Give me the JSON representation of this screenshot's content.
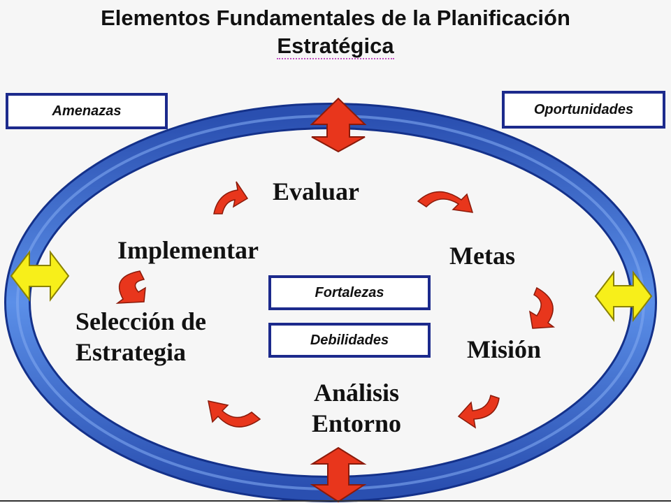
{
  "title": {
    "line1": "Elementos Fundamentales de la Planificación",
    "line2": "Estratégica"
  },
  "boxes": {
    "threats": "Amenazas",
    "opportunities": "Oportunidades",
    "strengths": "Fortalezas",
    "weaknesses": "Debilidades"
  },
  "cycle": {
    "evaluate": "Evaluar",
    "goals": "Metas",
    "mission": "Misión",
    "analysis_line1": "Análisis",
    "analysis_line2": "Entorno",
    "selection_line1": "Selección de",
    "selection_line2": "Estrategia",
    "implement": "Implementar"
  },
  "colors": {
    "ring": "#3a6fd8",
    "ring_edge": "#14318a",
    "box_border": "#1c2a8c",
    "red_arrow": "#e8361c",
    "yellow_arrow": "#f7ef1a"
  },
  "icons": {
    "vertical_arrows": "double-arrow-vertical-icon",
    "horizontal_arrows": "double-arrow-horizontal-icon",
    "cycle_arrows": "curved-arrow-icon"
  }
}
